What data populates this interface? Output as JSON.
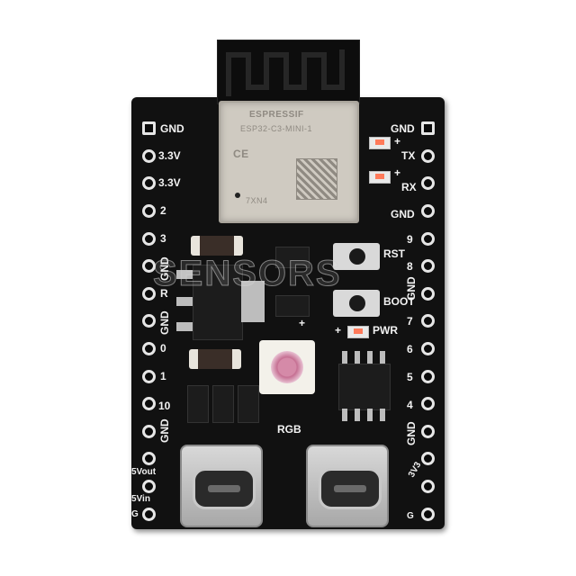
{
  "module": {
    "brand": "ESPRESSIF",
    "model": "ESP32-C3-MINI-1",
    "marking": "CE",
    "code": "7XN4"
  },
  "left_header": [
    "GND",
    "3.3V",
    "3.3V",
    "2",
    "3",
    "GND",
    "R",
    "GND",
    "0",
    "1",
    "10",
    "GND",
    "5Vout",
    "5Vin",
    "G"
  ],
  "right_header": [
    "GND",
    "TX",
    "RX",
    "GND",
    "9",
    "8",
    "GND",
    "7",
    "6",
    "5",
    "4",
    "GND",
    "3V3",
    "G"
  ],
  "indicators": {
    "tx_plus": "+",
    "rx_plus": "+",
    "pwr_plus": "+",
    "pwr": "PWR",
    "rgb_plus": "+"
  },
  "buttons": {
    "rst": "RST",
    "boot": "BOOT"
  },
  "rgb_label": "RGB",
  "watermark": "SENSORS"
}
